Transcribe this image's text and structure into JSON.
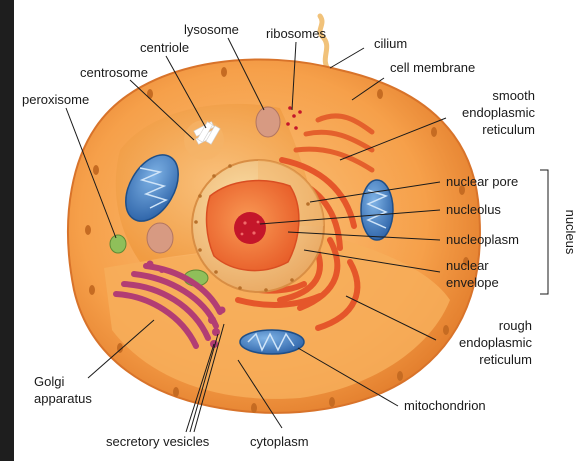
{
  "labels": {
    "lysosome": "lysosome",
    "ribosomes": "ribosomes",
    "cilium": "cilium",
    "centriole": "centriole",
    "cell_membrane": "cell membrane",
    "centrosome": "centrosome",
    "smooth_er": [
      "smooth",
      "endoplasmic",
      "reticulum"
    ],
    "peroxisome": "peroxisome",
    "nuclear_pore": "nuclear pore",
    "nucleolus": "nucleolus",
    "nucleoplasm": "nucleoplasm",
    "nuclear_envelope": [
      "nuclear",
      "envelope"
    ],
    "nucleus": "nucleus",
    "rough_er": [
      "rough",
      "endoplasmic",
      "reticulum"
    ],
    "golgi": [
      "Golgi",
      "apparatus"
    ],
    "mitochondrion": "mitochondrion",
    "secretory_vesicles": "secretory vesicles",
    "cytoplasm": "cytoplasm"
  },
  "colors": {
    "cell_outer": "#f6a04a",
    "cytoplasm": "#f7b262",
    "nucleus": "#f3c27e",
    "nucleoplasm": "#f47a3c",
    "nucleolus": "#c4162a",
    "rough_er": "#e5562a",
    "mitochondria": "#3f7fc1",
    "golgi": "#b23d74",
    "lysosome": "#d79a82",
    "peroxisome": "#8fbf5a",
    "left_border": "#1e1e1e"
  }
}
